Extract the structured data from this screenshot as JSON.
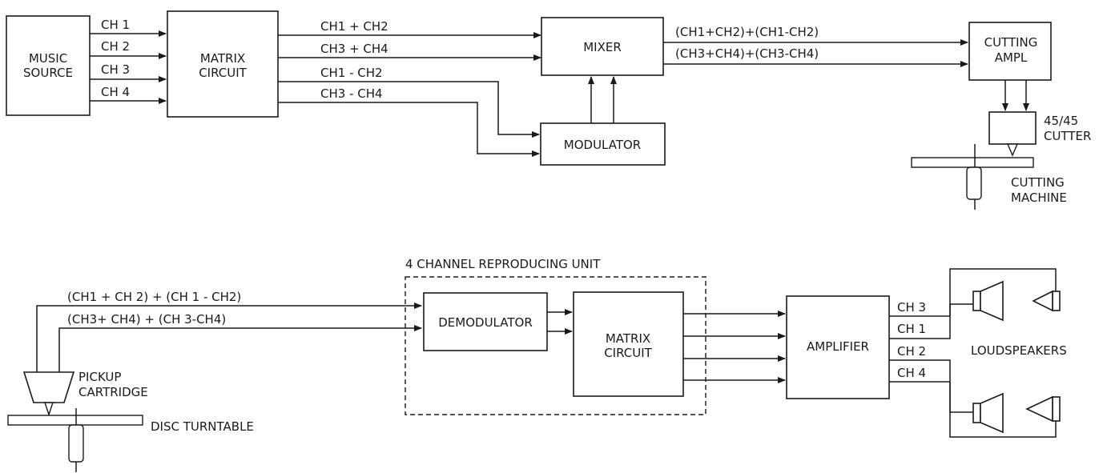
{
  "top": {
    "music_source": [
      "MUSIC",
      "SOURCE"
    ],
    "matrix_circuit": [
      "MATRIX",
      "CIRCUIT"
    ],
    "mixer": "MIXER",
    "modulator": "MODULATOR",
    "cutting_amp": [
      "CUTTING",
      "AMPL"
    ],
    "cutter": [
      "45/45",
      "CUTTER"
    ],
    "cutting_machine": [
      "CUTTING",
      "MACHINE"
    ],
    "channels": [
      "CH 1",
      "CH 2",
      "CH 3",
      "CH 4"
    ],
    "sum_labels": [
      "CH1 + CH2",
      "CH3 + CH4"
    ],
    "diff_labels": [
      "CH1 - CH2",
      "CH3 - CH4"
    ],
    "mixer_out": [
      "(CH1+CH2)+(CH1-CH2)",
      "(CH3+CH4)+(CH3-CH4)"
    ]
  },
  "bottom": {
    "unit_title": "4 CHANNEL REPRODUCING UNIT",
    "disc_signals": [
      "(CH1 + CH 2) + (CH 1 - CH2)",
      "(CH3+ CH4) + (CH 3-CH4)"
    ],
    "pickup": [
      "PICKUP",
      "CARTRIDGE"
    ],
    "turntable": "DISC TURNTABLE",
    "demodulator": "DEMODULATOR",
    "matrix_circuit": [
      "MATRIX",
      "CIRCUIT"
    ],
    "amplifier": "AMPLIFIER",
    "speaker_channels": [
      "CH 3",
      "CH 1",
      "CH 2",
      "CH 4"
    ],
    "loudspeakers": "LOUDSPEAKERS"
  }
}
